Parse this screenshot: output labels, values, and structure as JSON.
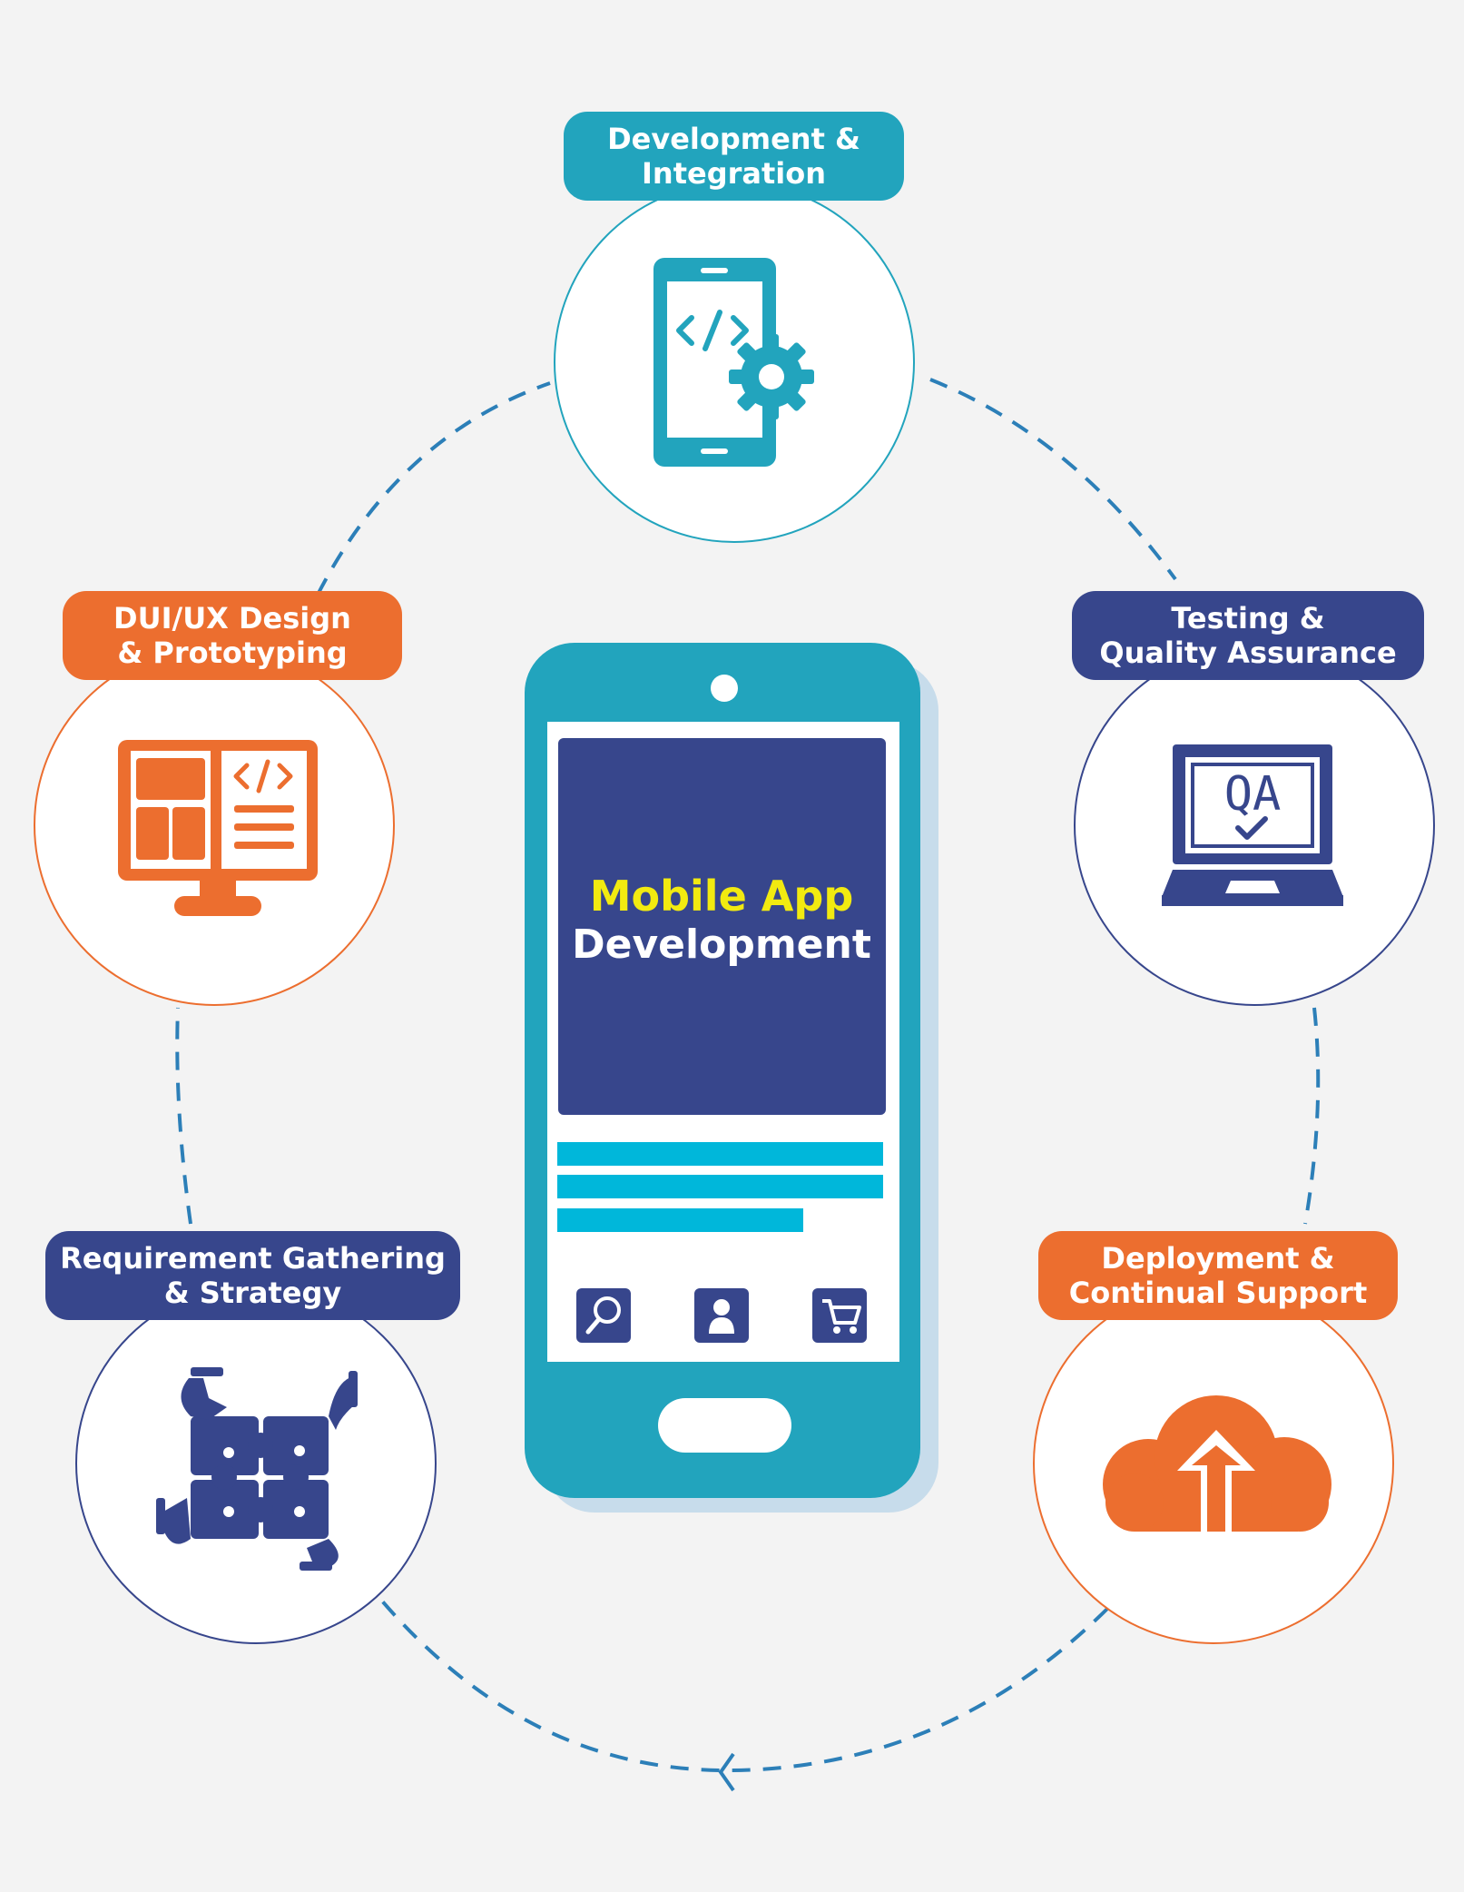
{
  "diagram": {
    "colors": {
      "background": "#f3f3f3",
      "teal": "#22a4bd",
      "navy": "#37468c",
      "orange": "#ec6e2f",
      "bright_cyan": "#00b7da",
      "yellow": "#f2ea10",
      "connector": "#2c7fb8"
    },
    "center": {
      "title_line1": "Mobile App",
      "title_line2": "Development",
      "app_icons": [
        "search-icon",
        "user-icon",
        "cart-icon"
      ]
    },
    "stages": [
      {
        "id": "development",
        "label_line1": "Development &",
        "label_line2": "Integration",
        "color": "#22a4bd",
        "icon": "mobile-code-gear-icon"
      },
      {
        "id": "testing",
        "label_line1": "Testing &",
        "label_line2": "Quality Assurance",
        "color": "#37468c",
        "icon": "laptop-qa-icon"
      },
      {
        "id": "deployment",
        "label_line1": "Deployment &",
        "label_line2": "Continual Support",
        "color": "#ec6e2f",
        "icon": "cloud-upload-icon"
      },
      {
        "id": "requirement",
        "label_line1": "Requirement Gathering",
        "label_line2": "& Strategy",
        "color": "#37468c",
        "icon": "puzzle-hands-icon"
      },
      {
        "id": "design",
        "label_line1": "DUI/UX Design",
        "label_line2": "& Prototyping",
        "color": "#ec6e2f",
        "icon": "monitor-design-icon"
      }
    ]
  }
}
